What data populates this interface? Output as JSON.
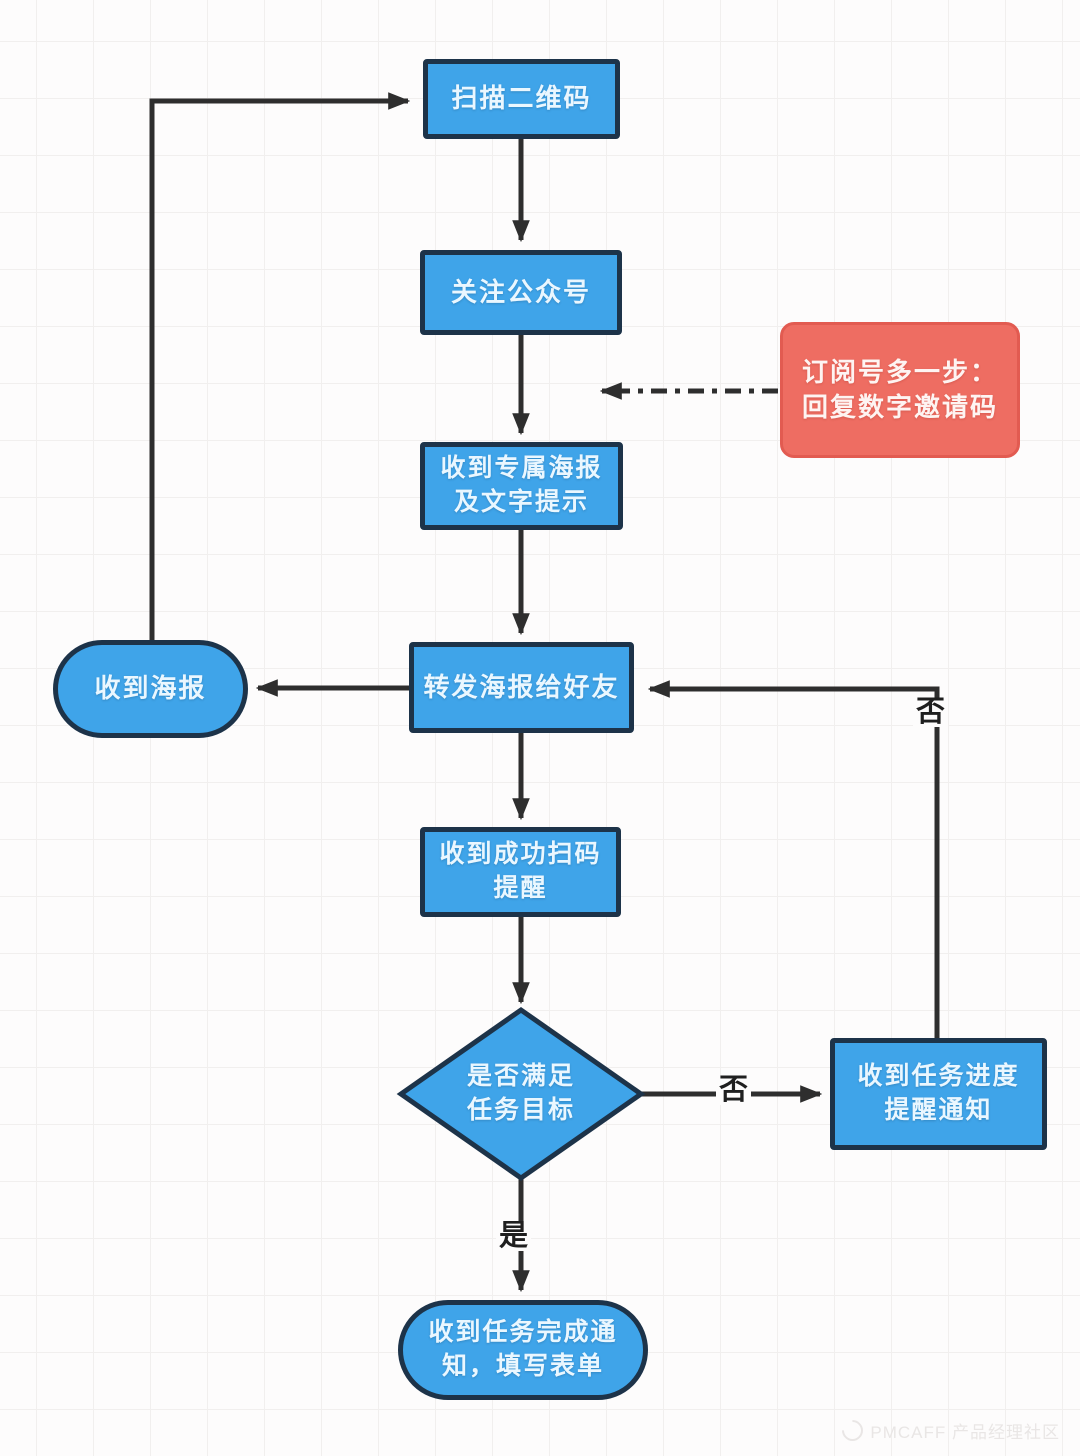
{
  "diagram": {
    "type": "flowchart",
    "colors": {
      "node_fill": "#3fa4e9",
      "node_border": "#1d3349",
      "note_fill": "#ee6d62",
      "note_border": "#e25b51",
      "connector": "#2e2e2e",
      "background": "#fdfcfc",
      "grid_line": "#f1efee"
    },
    "nodes": {
      "scan_qr": {
        "label": "扫描二维码",
        "shape": "process"
      },
      "follow_account": {
        "label": "关注公众号",
        "shape": "process"
      },
      "note": {
        "line1": "订阅号多一步：",
        "line2": "回复数字邀请码",
        "shape": "note"
      },
      "receive_poster_text": {
        "line1": "收到专属海报",
        "line2": "及文字提示",
        "shape": "process"
      },
      "forward_poster": {
        "label": "转发海报给好友",
        "shape": "process"
      },
      "receive_poster": {
        "label": "收到海报",
        "shape": "terminator"
      },
      "scan_success": {
        "line1": "收到成功扫码",
        "line2": "提醒",
        "shape": "process"
      },
      "decision": {
        "line1": "是否满足",
        "line2": "任务目标",
        "shape": "decision"
      },
      "progress_notice": {
        "line1": "收到任务进度",
        "line2": "提醒通知",
        "shape": "process"
      },
      "task_done": {
        "line1": "收到任务完成通",
        "line2": "知，填写表单",
        "shape": "terminator"
      }
    },
    "edge_labels": {
      "no_to_progress": "否",
      "no_loop_back": "否",
      "yes_to_done": "是"
    }
  },
  "watermark": {
    "text": "PMCAFF 产品经理社区"
  }
}
